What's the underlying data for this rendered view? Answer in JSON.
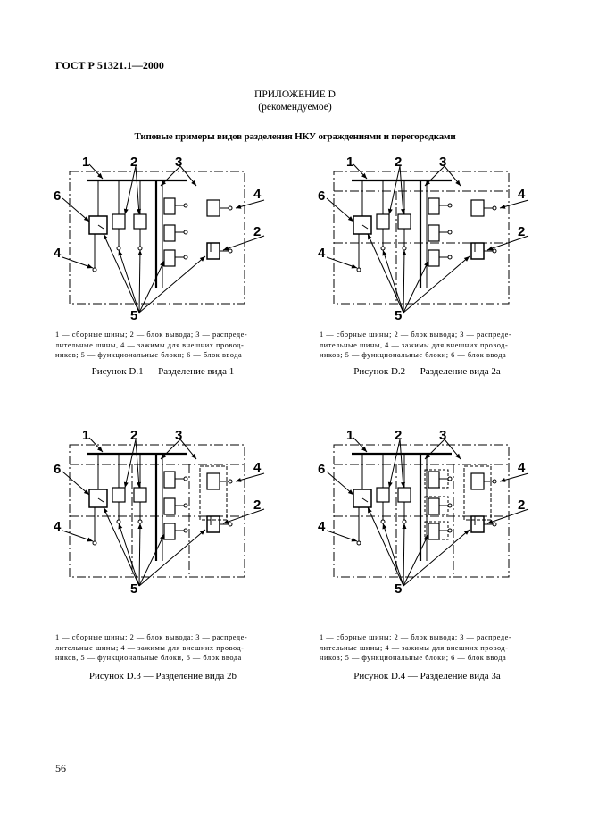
{
  "header": {
    "doc_id": "ГОСТ Р 51321.1—2000"
  },
  "appendix": {
    "title": "ПРИЛОЖЕНИЕ D",
    "subtitle": "(рекомендуемое)"
  },
  "main_title": "Типовые примеры видов разделения НКУ ограждениями и перегородками",
  "figures": [
    {
      "caption": "Рисунок D.1 — Разделение вида 1",
      "legend_lines": [
        "1 — сборные шины; 2 — блок вывода; 3 — распреде-",
        "лительные шины, 4 — зажимы для внешних провод-",
        "ников; 5 — функциональные блоки; 6 — блок ввода"
      ],
      "labels": [
        "1",
        "2",
        "3",
        "4",
        "6",
        "2",
        "4",
        "5"
      ]
    },
    {
      "caption": "Рисунок D.2 — Разделение вида 2а",
      "legend_lines": [
        "1 — сборные шины; 2 — блок вывода; 3 — распреде-",
        "лительные шины, 4 — зажимы для внешних провод-",
        "ников; 5 — функциональные блоки; 6 — блок ввода"
      ],
      "labels": [
        "1",
        "2",
        "3",
        "4",
        "6",
        "2",
        "4",
        "5"
      ]
    },
    {
      "caption": "Рисунок D.3 — Разделение вида 2b",
      "legend_lines": [
        "1 — сборные шины; 2 — блок вывода; 3 — распреде-",
        "лительные шины; 4 — зажимы для внешних провод-",
        "ников, 5 — функциональные блоки, 6 — блок ввода"
      ],
      "labels": [
        "1",
        "2",
        "3",
        "4",
        "6",
        "2",
        "4",
        "5"
      ]
    },
    {
      "caption": "Рисунок D.4 — Разделение вида 3а",
      "legend_lines": [
        "1 — сборные шины; 2 — блок вывода; 3 — распреде-",
        "лительные шины; 4 — зажимы для внешних провод-",
        "ников; 5 — функциональные блоки; 6 — блок ввода"
      ],
      "labels": [
        "1",
        "2",
        "3",
        "4",
        "6",
        "2",
        "4",
        "5"
      ]
    }
  ],
  "page_number": "56"
}
